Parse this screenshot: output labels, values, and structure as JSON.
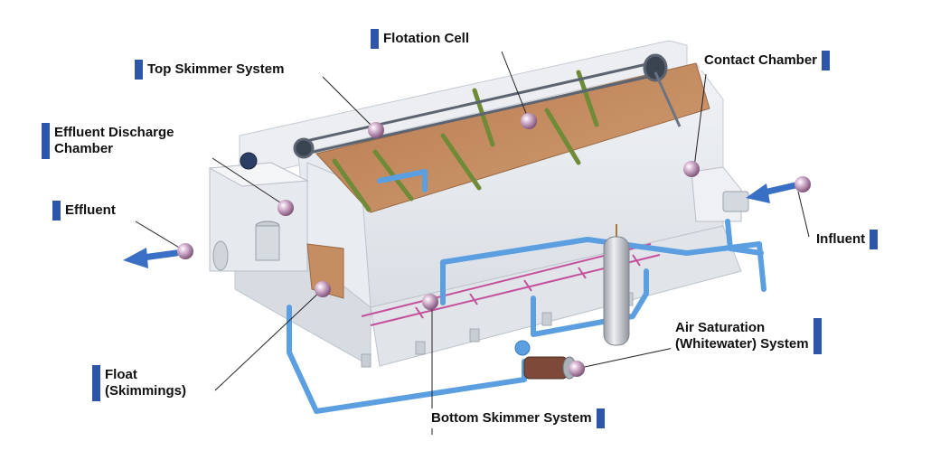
{
  "labels": {
    "flotation_cell": "Flotation Cell",
    "top_skimmer_system": "Top Skimmer System",
    "contact_chamber": "Contact Chamber",
    "effluent_discharge_chamber": [
      "Effluent Discharge",
      "Chamber"
    ],
    "effluent": "Effluent",
    "influent": "Influent",
    "air_saturation_system": [
      "Air Saturation",
      "(Whitewater) System"
    ],
    "float_skimmings": [
      "Float",
      "(Skimmings)"
    ],
    "bottom_skimmer_system": "Bottom Skimmer System"
  },
  "colors": {
    "label_bar": "#2d55a8",
    "pipe": "#5b9fe0",
    "sludge": "#c0875e",
    "baffle": "#8aa64a",
    "tank": "#e6eaee",
    "marker": "#b78fb0",
    "arrow": "#3a6fc6"
  }
}
